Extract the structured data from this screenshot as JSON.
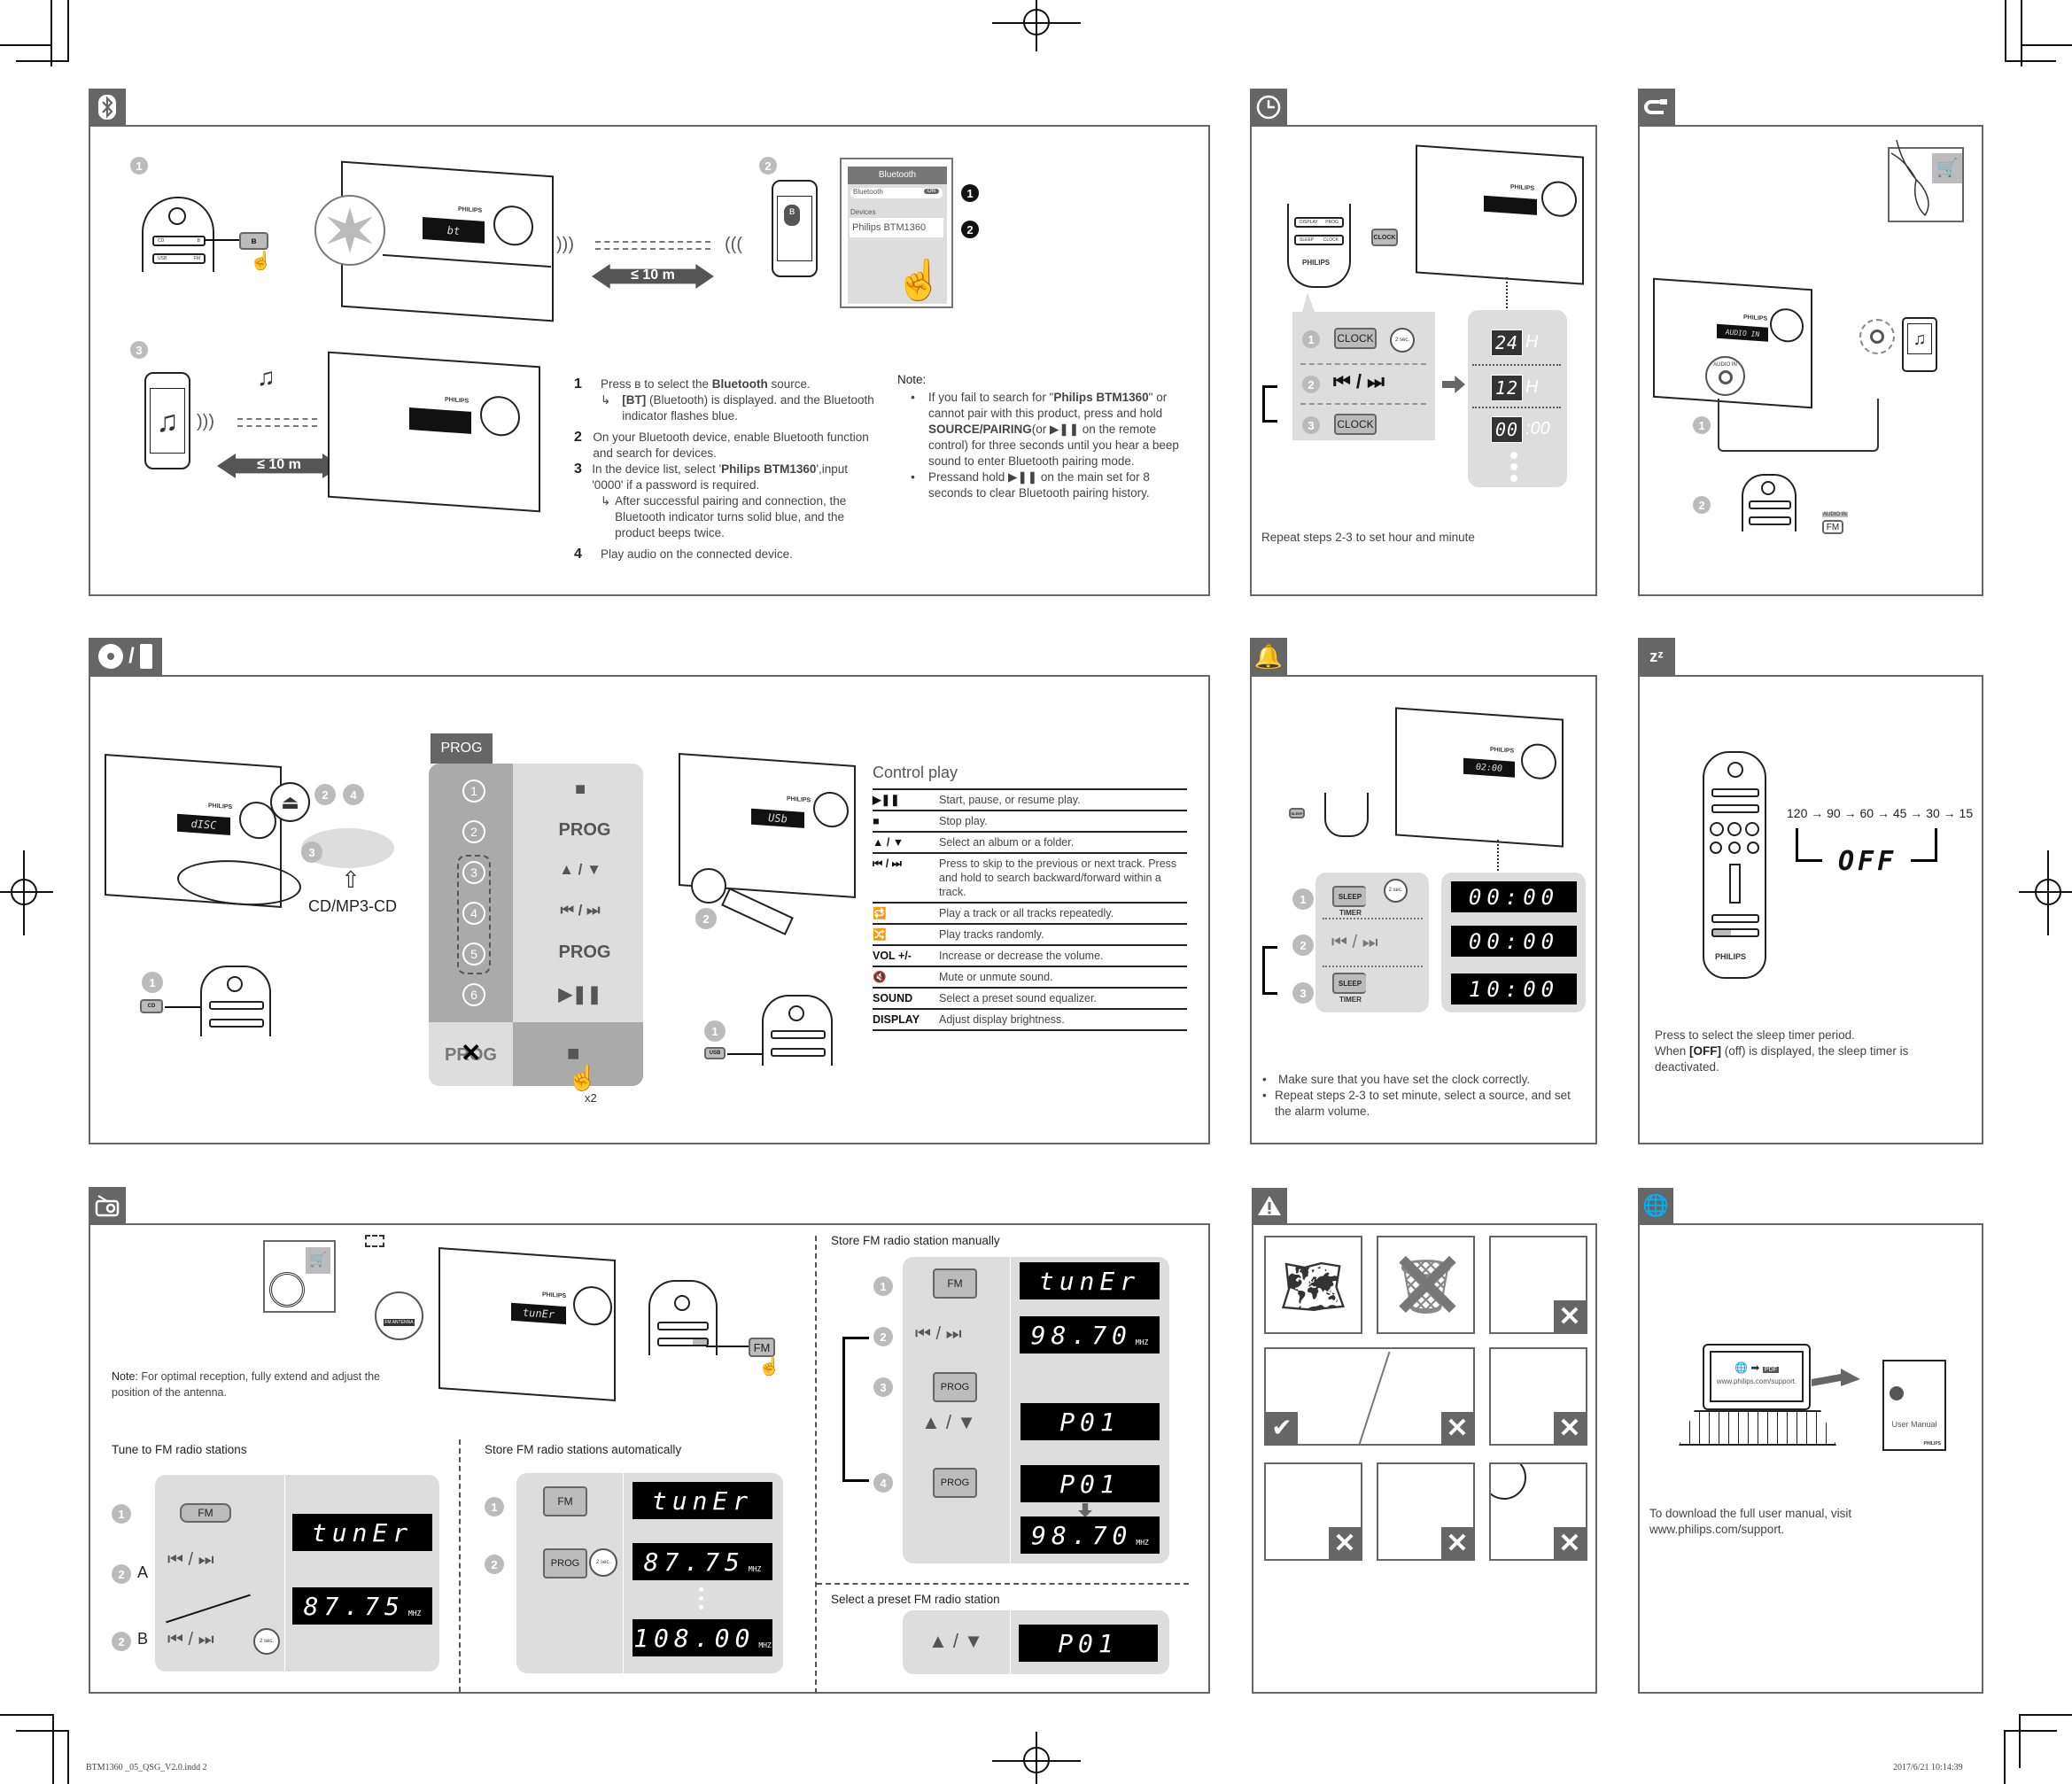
{
  "bluetooth": {
    "tab_icon": "bluetooth-icon",
    "device_display": "bt",
    "range_label": "≤ 10 m",
    "phone_settings": {
      "header": "Bluetooth",
      "toggle_label": "Bluetooth",
      "toggle_state": "ON",
      "devices_label": "Devices",
      "device_name": "Philips BTM1360"
    },
    "step_markers": [
      "1",
      "2",
      "3"
    ],
    "callouts": [
      "1",
      "2"
    ],
    "steps": [
      {
        "num": "1",
        "text_pre": "Press ",
        "icon": "bluetooth-icon",
        "text_mid": " to select the ",
        "bold": "Bluetooth",
        "text_post": " source."
      },
      {
        "num": "2",
        "text": "On your Bluetooth device, enable Bluetooth function and search for devices."
      },
      {
        "num": "3",
        "text_pre": "In the device list, select '",
        "bold": "Philips BTM1360",
        "text_post": "',input '0000' if a password is required."
      },
      {
        "num": "4",
        "text": "Play audio on the connected device."
      }
    ],
    "step1_result": {
      "bold": "[BT]",
      "text": " (Bluetooth) is displayed. and the Bluetooth indicator flashes blue."
    },
    "step3_result": "After successful pairing and connection, the Bluetooth indicator turns solid blue, and the product beeps twice.",
    "note_label": "Note:",
    "notes": [
      {
        "pre": "If you fail to search for \"",
        "bold1": "Philips BTM1360",
        "mid": "\" or cannot pair with this product, press and hold ",
        "bold2": "SOURCE/PAIRING",
        "post": "(or ▶❚❚ on the remote control) for three seconds until you hear a beep sound to enter Bluetooth pairing mode."
      },
      {
        "text": "Pressand hold ▶❚❚ on the main set for 8 seconds to clear Bluetooth pairing history."
      }
    ]
  },
  "clock": {
    "tab_icon": "clock-icon",
    "remote_labels": {
      "display": "DISPLAY",
      "prog": "PROG",
      "sleep": "SLEEP",
      "clock": "CLOCK",
      "brand": "PHILIPS"
    },
    "press_button": "CLOCK",
    "steps": [
      {
        "num": "1",
        "button": "CLOCK",
        "hold": "2 sec."
      },
      {
        "num": "2",
        "button": "⏮ / ⏭"
      },
      {
        "num": "3",
        "button": "CLOCK"
      }
    ],
    "displays": [
      {
        "value": "24",
        "suffix": "H"
      },
      {
        "value": "12",
        "suffix": "H"
      },
      {
        "value": "00",
        "suffix": ":00"
      }
    ],
    "caption": "Repeat steps 2-3 to set hour and minute"
  },
  "audio_in": {
    "tab_icon": "audio-cable-icon",
    "device_display": "AUDIO IN",
    "jack_label": "AUDIO IN",
    "step_markers": [
      "1",
      "2"
    ],
    "press_label_top": "AUDIO IN",
    "press_button": "FM"
  },
  "disc_usb": {
    "tab_icons": [
      "disc-icon",
      "usb-icon"
    ],
    "disc_display": "dISC",
    "usb_display": "USb",
    "disc_steps": [
      "2",
      "4",
      "3",
      "1"
    ],
    "disc_label": "CD/MP3-CD",
    "cd_button": "CD",
    "usb_button": "USB",
    "usb_steps": [
      "2",
      "1"
    ],
    "prog": {
      "title": "PROG",
      "steps": [
        "1",
        "2",
        "3",
        "4",
        "5",
        "6"
      ],
      "actions": [
        "■",
        "PROG",
        "▲ / ▼",
        "⏮ / ⏭",
        "PROG",
        "▶❚❚"
      ],
      "cancel_label": "PROG",
      "cancel_action": "■",
      "cancel_times": "x2"
    },
    "control_play": {
      "title": "Control play",
      "rows": [
        {
          "key": "▶❚❚",
          "desc": "Start, pause, or resume play."
        },
        {
          "key": "■",
          "desc": "Stop play."
        },
        {
          "key": "▲ / ▼",
          "desc": "Select an album or a folder."
        },
        {
          "key": "⏮ / ⏭",
          "desc": "Press to skip to the previous or next track. Press and hold to search backward/forward within a track."
        },
        {
          "key": "🔁",
          "desc": "Play a track or all tracks repeatedly."
        },
        {
          "key": "🔀",
          "desc": "Play tracks randomly."
        },
        {
          "key": "VOL +/-",
          "desc": "Increase or decrease the volume."
        },
        {
          "key": "🔇",
          "desc": "Mute or unmute sound."
        },
        {
          "key": "SOUND",
          "desc": "Select a preset sound equalizer."
        },
        {
          "key": "DISPLAY",
          "desc": "Adjust display brightness."
        }
      ]
    }
  },
  "alarm": {
    "tab_icon": "bell-icon",
    "device_display": "02:00",
    "steps": [
      {
        "num": "1",
        "button": "SLEEP",
        "sub": "TIMER",
        "hold": "2 sec."
      },
      {
        "num": "2",
        "button": "⏮ / ⏭"
      },
      {
        "num": "3",
        "button": "SLEEP",
        "sub": "TIMER"
      }
    ],
    "displays": [
      "00:00",
      "00:00",
      "10:00"
    ],
    "notes": [
      "Make sure that you have set the clock correctly.",
      "Repeat steps 2-3 to set minute, select a source, and set the alarm volume."
    ]
  },
  "sleep": {
    "tab_icon": "sleep-zz-icon",
    "sequence": "120 → 90 → 60 → 45 → 30 → 15",
    "off_display": "OFF",
    "remote_brand": "PHILIPS",
    "caption_line1": "Press to select the sleep timer period.",
    "caption_line2_pre": "When ",
    "caption_line2_bold": "[OFF]",
    "caption_line2_post": " (off) is displayed, the sleep timer is deactivated."
  },
  "radio": {
    "tab_icon": "radio-icon",
    "device_display": "tunEr",
    "antenna_label": "FM ANTENNA",
    "press_button": "FM",
    "note_label": "Note:",
    "note_text": "For optimal reception, fully extend and adjust the position of the antenna.",
    "tune": {
      "title": "Tune to FM radio stations",
      "steps": [
        "1",
        "2",
        "2"
      ],
      "step_letters": [
        "A",
        "B"
      ],
      "fm_button": "FM",
      "seek": "⏮ / ⏭",
      "hold": "2 sec.",
      "displays": [
        "tunEr",
        "87.75"
      ],
      "unit": "MHZ"
    },
    "auto": {
      "title": "Store FM radio stations automatically",
      "steps": [
        "1",
        "2"
      ],
      "fm_button": "FM",
      "prog_button": "PROG",
      "hold": "2 sec.",
      "displays": [
        "tunEr",
        "87.75",
        "108.00"
      ],
      "unit": "MHZ"
    },
    "manual": {
      "title": "Store FM radio station manually",
      "steps": [
        "1",
        "2",
        "3",
        "4"
      ],
      "buttons": [
        "FM",
        "⏮ / ⏭",
        "PROG",
        "▲ / ▼",
        "PROG"
      ],
      "displays": [
        "tunEr",
        "98.70",
        "P01",
        "P01",
        "98.70"
      ],
      "unit": "MHZ"
    },
    "preset": {
      "title": "Select a preset FM radio station",
      "button": "▲ / ▼",
      "display": "P01"
    }
  },
  "safety": {
    "tab_icon": "warning-icon",
    "cells": [
      "read-manual",
      "no-trash",
      "no-drip",
      "clean-dry-cloth",
      "no-dust",
      "no-rain",
      "no-fire",
      "no-sun"
    ]
  },
  "manual_download": {
    "tab_icon": "globe-search-icon",
    "laptop_url": "www.philips.com/support.",
    "pdf_label": "PDF",
    "booklet_title": "User Manual",
    "booklet_brand": "PHILIPS",
    "caption": "To download the full user manual, visit www.philips.com/support."
  },
  "footer": {
    "file_name": "BTM1360 _05_QSG_V2.0.indd   2",
    "timestamp": "2017/6/21   10:14:39"
  }
}
